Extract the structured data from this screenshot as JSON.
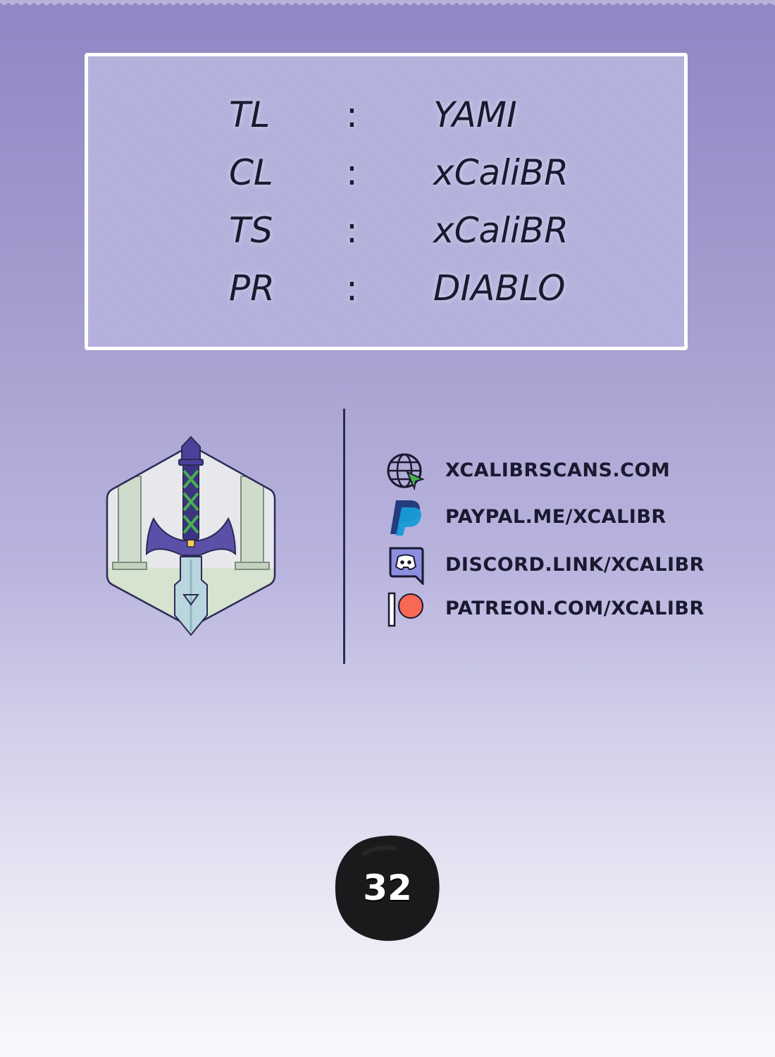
{
  "credits": [
    {
      "role": "TL",
      "separator": ":",
      "name": "YAMI"
    },
    {
      "role": "CL",
      "separator": ":",
      "name": "xCaliBR"
    },
    {
      "role": "TS",
      "separator": ":",
      "name": "xCaliBR"
    },
    {
      "role": "PR",
      "separator": ":",
      "name": "DIABLO"
    }
  ],
  "links": [
    {
      "icon": "globe-icon",
      "text": "XCALIBRSCANS.COM"
    },
    {
      "icon": "paypal-icon",
      "text": "PAYPAL.ME/XCALIBR"
    },
    {
      "icon": "discord-icon",
      "text": "DISCORD.LINK/XCALIBR"
    },
    {
      "icon": "patreon-icon",
      "text": "PATREON.COM/XCALIBR"
    }
  ],
  "page_number": "32",
  "colors": {
    "background_top": "#8f87c4",
    "background_bottom": "#f8f8fc",
    "text": "#1a1930",
    "box_fill": "#b4b1dd",
    "box_border": "#ffffff",
    "patreon": "#f96854",
    "paypal_dark": "#253b80",
    "paypal_light": "#179bd7",
    "discord": "#5865f2"
  }
}
